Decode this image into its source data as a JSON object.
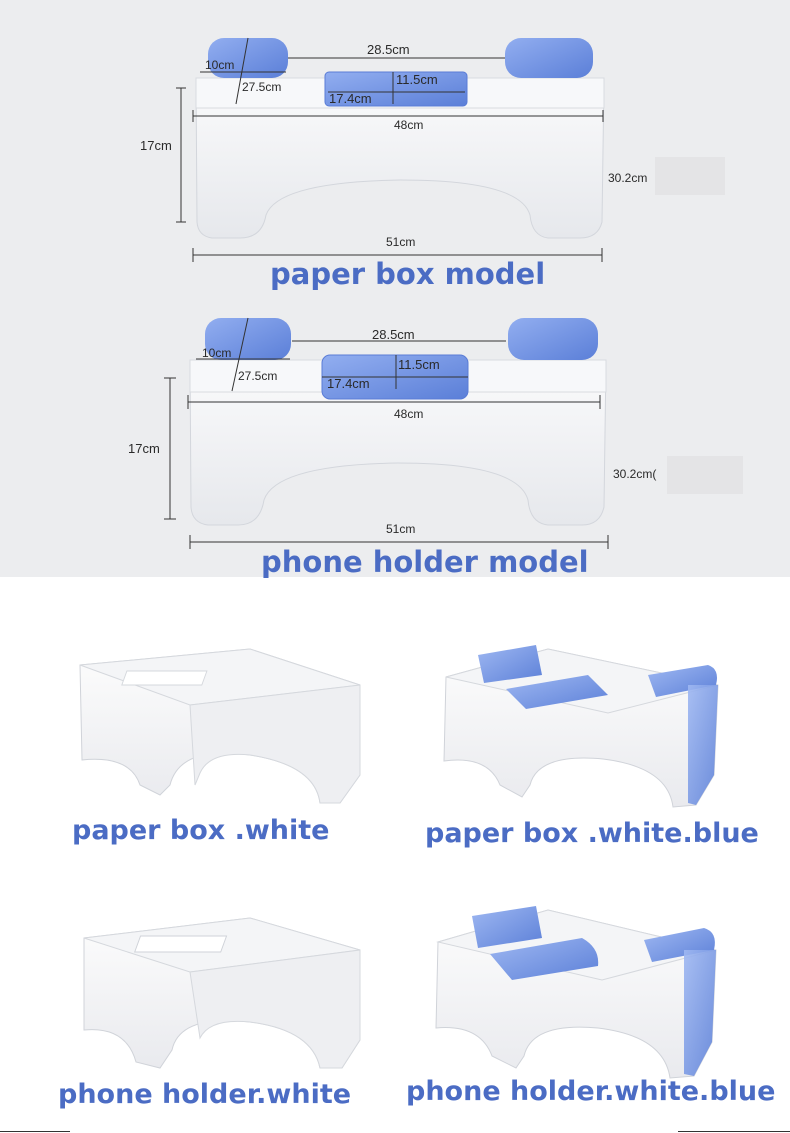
{
  "diagram_1": {
    "title": "paper box model",
    "dims": {
      "top_gap": "28.5cm",
      "pad_width": "10cm",
      "pad_length": "27.5cm",
      "slot_height": "11.5cm",
      "slot_width": "17.4cm",
      "top_length": "48cm",
      "height": "17cm",
      "depth": "30.2cm",
      "base_length": "51cm"
    }
  },
  "diagram_2": {
    "title": "phone holder model",
    "dims": {
      "top_gap": "28.5cm",
      "pad_width": "10cm",
      "pad_length": "27.5cm",
      "slot_height": "11.5cm",
      "slot_width": "17.4cm",
      "top_length": "48cm",
      "height": "17cm",
      "depth": "30.2cm(",
      "base_length": "51cm"
    }
  },
  "variants": [
    {
      "label": "paper box .white"
    },
    {
      "label": "paper box .white.blue"
    },
    {
      "label": "phone holder.white"
    },
    {
      "label": "phone holder.white.blue"
    }
  ],
  "colors": {
    "accent_blue": "#4b6cc4",
    "stool_blue": "#7d9be8",
    "stool_white": "#f5f6f8",
    "background": "#ecedef"
  }
}
